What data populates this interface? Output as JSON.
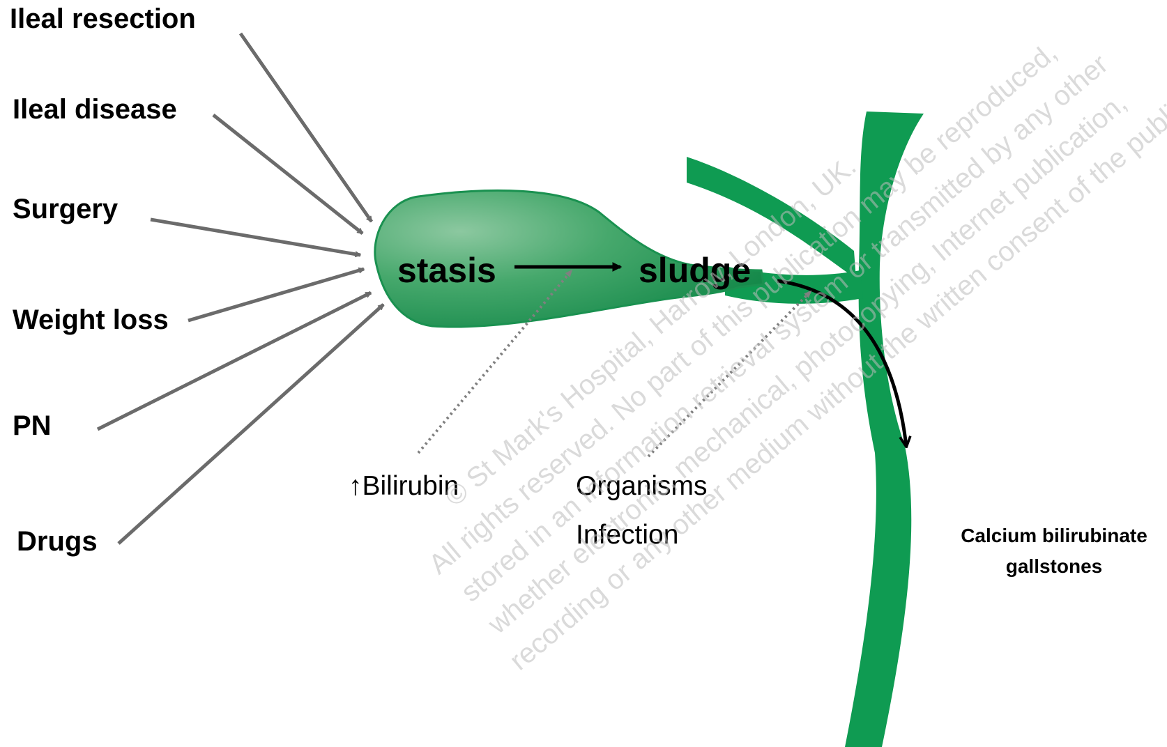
{
  "causes": [
    "Ileal resection",
    "Ileal disease",
    "Surgery",
    "Weight loss",
    "PN",
    "Drugs"
  ],
  "stages": {
    "stasis": "stasis",
    "sludge": "sludge"
  },
  "factors": {
    "bilirubin_arrow": "↑",
    "bilirubin": "Bilirubin",
    "organisms": "Organisms",
    "infection": "Infection"
  },
  "outcome": {
    "line1": "Calcium bilirubinate",
    "line2": "gallstones"
  },
  "watermark": {
    "lines": [
      "© St Mark's Hospital, Harrow, London, UK.",
      "All rights reserved. No part of this publication may be reproduced,",
      "stored in an information retrieval system or transmitted by any other",
      "whether electronic, mechanical, photocopying, Internet publication,",
      "recording or any other medium without the written consent of the publisher"
    ]
  },
  "colors": {
    "gallbladder": "#2f9a5a",
    "duct": "#0f9b52",
    "cause_arrow": "#6b6b6b",
    "flow_arrow": "#000000",
    "dotted_arrow": "#808080"
  }
}
